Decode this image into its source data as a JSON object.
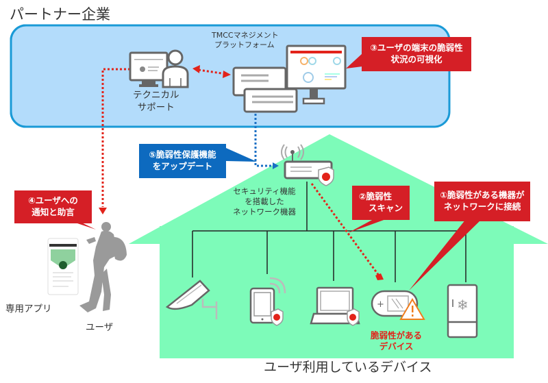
{
  "partner": {
    "title": "パートナー企業",
    "tech_support_line1": "テクニカル",
    "tech_support_line2": "サポート",
    "platform_line1": "TMCCマネジメント",
    "platform_line2": "プラットフォーム"
  },
  "callouts": {
    "step1_line1": "①脆弱性がある機器が",
    "step1_line2": "ネットワークに接続",
    "step2_line1": "②脆弱性",
    "step2_line2": "スキャン",
    "step3_line1": "③ユーザの端末の脆弱性",
    "step3_line2": "状況の可視化",
    "step4_line1": "④ユーザへの",
    "step4_line2": "通知と助言",
    "step5_line1": "⑤脆弱性保護機能",
    "step5_line2": "をアップデート"
  },
  "router": {
    "line1": "セキュリティ機能",
    "line2": "を搭載した",
    "line3": "ネットワーク機器"
  },
  "devices": {
    "items": [
      "camera",
      "tablet",
      "laptop",
      "microwave",
      "refrigerator"
    ],
    "vulnerable_line1": "脆弱性がある",
    "vulnerable_line2": "デバイス"
  },
  "user": {
    "app_label": "専用アプリ",
    "user_label": "ユーザ"
  },
  "house_caption": "ユーザ利用しているデバイス",
  "colors": {
    "partner_fill": "#b3dcfb",
    "partner_border": "#1a9ad6",
    "house_fill": "#7dfbb9",
    "callout_red": "#d51f26",
    "callout_blue": "#0d6abf",
    "arrow_red": "#e2231a",
    "arrow_blue": "#1a6fc4",
    "vuln_text": "#e2231a"
  }
}
